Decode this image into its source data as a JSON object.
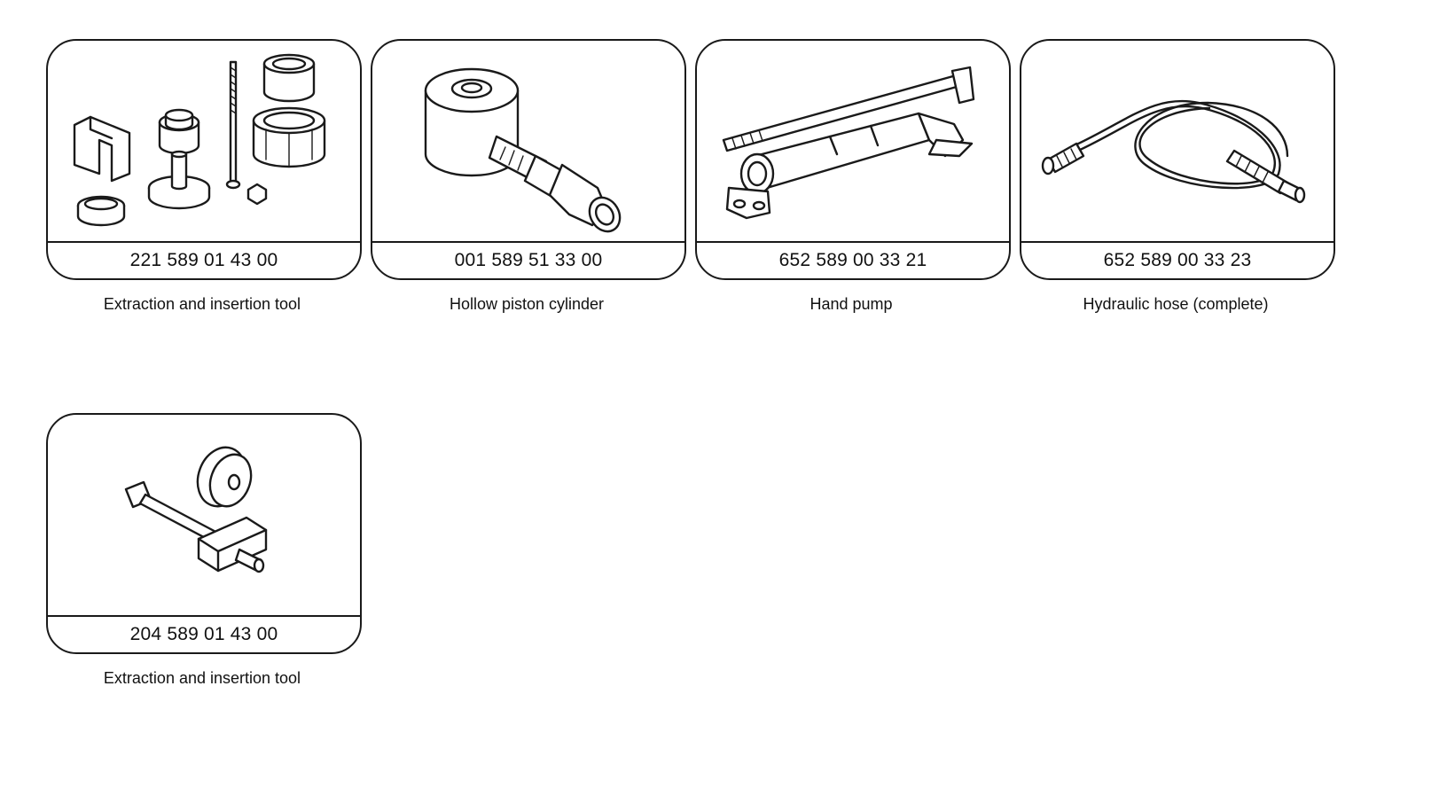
{
  "tools": [
    {
      "part_number": "221 589 01 43 00",
      "description": "Extraction and insertion tool",
      "icon": "extraction-insertion-tool-set-icon"
    },
    {
      "part_number": "001 589 51 33 00",
      "description": "Hollow piston cylinder",
      "icon": "hollow-piston-cylinder-icon"
    },
    {
      "part_number": "652 589 00 33 21",
      "description": "Hand pump",
      "icon": "hand-pump-icon"
    },
    {
      "part_number": "652 589 00 33 23",
      "description": "Hydraulic hose (complete)",
      "icon": "hydraulic-hose-icon"
    },
    {
      "part_number": "204 589 01 43 00",
      "description": "Extraction and insertion tool",
      "icon": "extraction-insertion-bolt-icon"
    }
  ]
}
